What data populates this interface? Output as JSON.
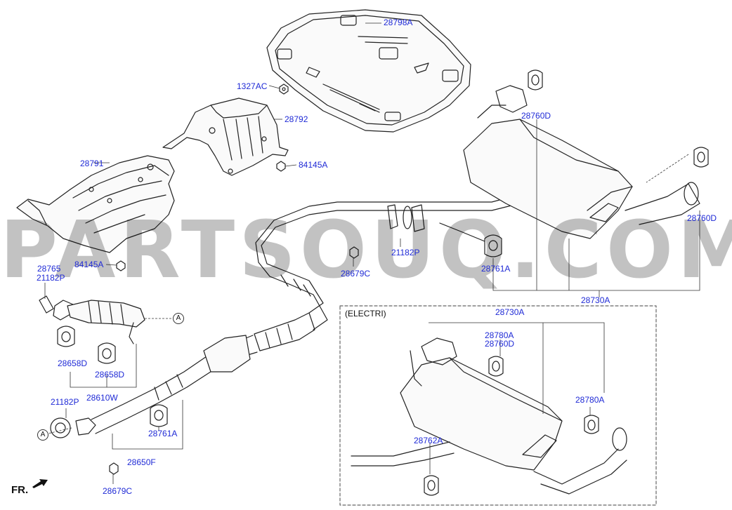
{
  "diagram": {
    "watermark": "PARTSOUQ.COM",
    "front_indicator": "FR.",
    "electric_section_title": "(ELECTRI)",
    "callout_letter": "A",
    "labels": {
      "p28798A": "28798A",
      "p1327AC": "1327AC",
      "p28792": "28792",
      "p84145A_top": "84145A",
      "p28791": "28791",
      "p84145A_left": "84145A",
      "p28765": "28765",
      "p21182P_a": "21182P",
      "p28658D_a": "28658D",
      "p28658D_b": "28658D",
      "p28610W": "28610W",
      "p21182P_b": "21182P",
      "p28761A_low": "28761A",
      "p28650F": "28650F",
      "p28679C_low": "28679C",
      "p21182P_mid": "21182P",
      "p28679C_mid": "28679C",
      "p28761A_mid": "28761A",
      "p28760D_top": "28760D",
      "p28760D_right": "28760D",
      "p28730A": "28730A",
      "p28730A_e": "28730A",
      "p28780A_e": "28780A",
      "p28760D_e": "28760D",
      "p28780A_e2": "28780A",
      "p28762A_e": "28762A"
    }
  }
}
